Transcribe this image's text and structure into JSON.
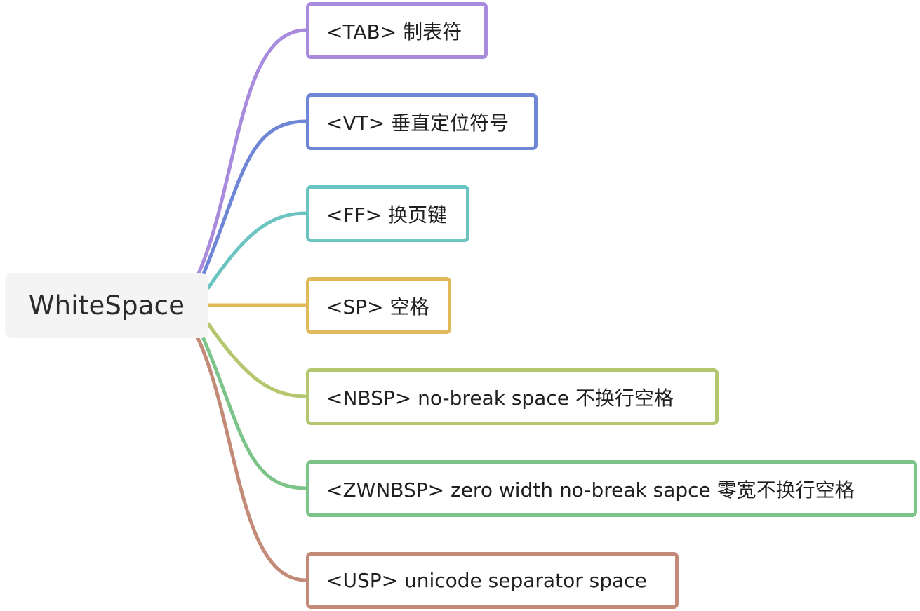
{
  "root": {
    "label": "WhiteSpace",
    "background": "#f4f4f4"
  },
  "branches": [
    {
      "label": "<TAB> 制表符",
      "color": "#a98bdd"
    },
    {
      "label": "<VT> 垂直定位符号",
      "color": "#6f86d6"
    },
    {
      "label": "<FF> 换页键",
      "color": "#6cc4c1"
    },
    {
      "label": "<SP> 空格",
      "color": "#e0b95a"
    },
    {
      "label": "<NBSP> no-break space 不换行空格",
      "color": "#b5c76e"
    },
    {
      "label": "<ZWNBSP> zero width no-break sapce 零宽不换行空格",
      "color": "#7dc48a"
    },
    {
      "label": "<USP> unicode separator space",
      "color": "#c38a77"
    }
  ]
}
